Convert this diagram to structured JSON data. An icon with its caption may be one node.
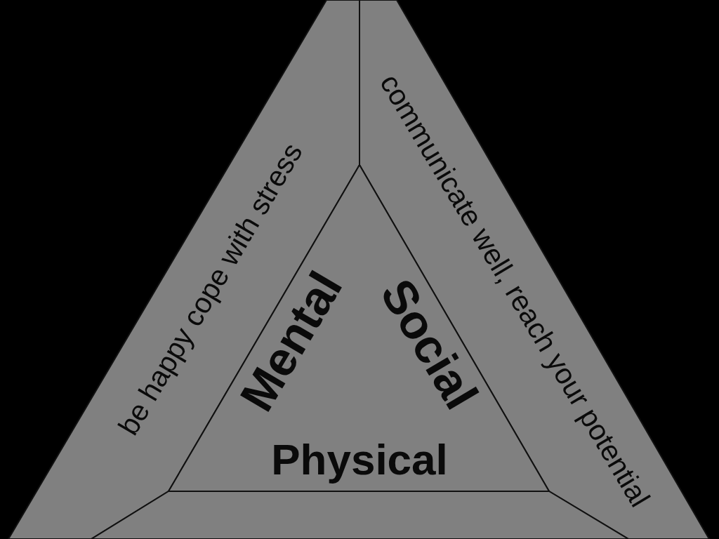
{
  "diagram": {
    "nodes": [
      {
        "text": [
          "be happy cope with stress"
        ]
      },
      {
        "text": [
          "communicate well, reach your potential"
        ]
      },
      {
        "text": [
          "Mental",
          "Social",
          "Physical"
        ]
      },
      {
        "text": [],
        "shape": "box"
      }
    ]
  }
}
